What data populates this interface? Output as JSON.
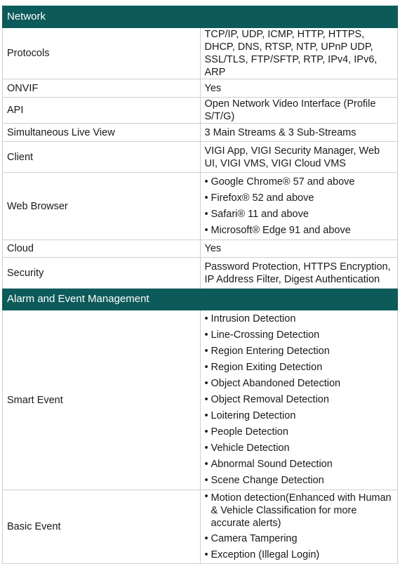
{
  "sections": {
    "network": "Network",
    "alarm": "Alarm and Event Management"
  },
  "rows": {
    "protocols": {
      "label": "Protocols",
      "value": "TCP/IP, UDP, ICMP, HTTP, HTTPS, DHCP, DNS, RTSP, NTP, UPnP UDP, SSL/TLS, FTP/SFTP, RTP, IPv4, IPv6, ARP"
    },
    "onvif": {
      "label": "ONVIF",
      "value": "Yes"
    },
    "api": {
      "label": "API",
      "value": "Open Network Video Interface (Profile S/T/G)"
    },
    "live_view": {
      "label": "Simultaneous Live View",
      "value": "3 Main Streams & 3 Sub-Streams"
    },
    "client": {
      "label": "Client",
      "value": "VIGI App, VIGI Security Manager, Web UI, VIGI VMS, VIGI Cloud VMS"
    },
    "web_browser": {
      "label": "Web Browser",
      "items": [
        "Google Chrome® 57 and above",
        "Firefox® 52 and above",
        "Safari® 11 and above",
        "Microsoft® Edge 91 and above"
      ]
    },
    "cloud": {
      "label": "Cloud",
      "value": "Yes"
    },
    "security": {
      "label": "Security",
      "value": "Password Protection, HTTPS Encryption, IP Address Filter, Digest Authentication"
    },
    "smart_event": {
      "label": "Smart Event",
      "items": [
        "Intrusion Detection",
        "Line-Crossing Detection",
        "Region Entering Detection",
        "Region Exiting Detection",
        "Object Abandoned Detection",
        "Object Removal Detection",
        "Loitering Detection",
        "People Detection",
        "Vehicle Detection",
        "Abnormal Sound Detection",
        "Scene Change Detection"
      ]
    },
    "basic_event": {
      "label": "Basic Event",
      "items": [
        "Motion detection(Enhanced with Human & Vehicle Classification for more accurate alerts)",
        "Camera Tampering",
        "Exception (Illegal Login)"
      ]
    }
  }
}
